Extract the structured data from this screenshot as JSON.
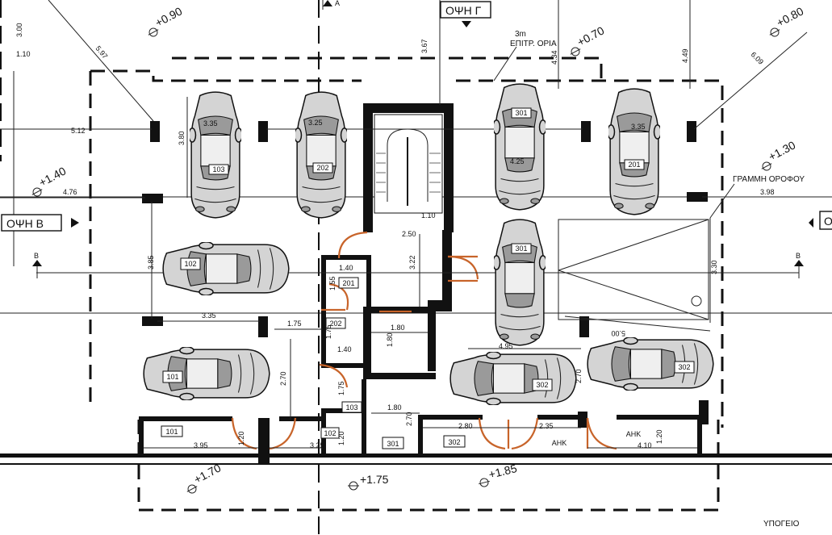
{
  "views": {
    "b": "ΟΨΗ Β",
    "g": "ΟΨΗ Γ",
    "c": "Ο"
  },
  "limit_note": {
    "line1": "3m",
    "line2": "ΕΠΙΤΡ. ΟΡΙΑ"
  },
  "roof_line": "ΓΡΑΜΜΗ ΟΡΟΦΟΥ",
  "level_title": "ΥΠΟΓΕΙΟ",
  "section_labels": {
    "a": "A",
    "b_left": "B",
    "b_right": "B"
  },
  "elevations": [
    "+0.90",
    "+0.70",
    "+0.80",
    "+1.40",
    "+1.30",
    "+1.70",
    "+1.75",
    "+1.85"
  ],
  "cars": [
    "103",
    "202",
    "301",
    "201",
    "102",
    "301",
    "101",
    "302",
    "302"
  ],
  "rooms": [
    "201",
    "202",
    "103",
    "101",
    "102",
    "301",
    "302",
    "ΑΗΚ",
    "ΑΗΚ"
  ],
  "dimensions": [
    "3.00",
    "1.10",
    "5.97",
    "3.67",
    "4.34",
    "4.49",
    "6.09",
    "5.12",
    "3.35",
    "3.80",
    "3.25",
    "4.25",
    "3.35",
    "4.76",
    "3.98",
    "2.50",
    "1.10",
    "3.85",
    "3.22",
    "1.40",
    "1.55",
    "3.30",
    "3.35",
    "1.75",
    "1.80",
    "1.75",
    "1.80",
    "4.95",
    "5.00",
    "2.70",
    "1.40",
    "2.70",
    "1.75",
    "1.80",
    "2.70",
    "2.80",
    "2.35",
    "3.95",
    "1.20",
    "3.25",
    "1.20",
    "1.20",
    "4.10"
  ]
}
